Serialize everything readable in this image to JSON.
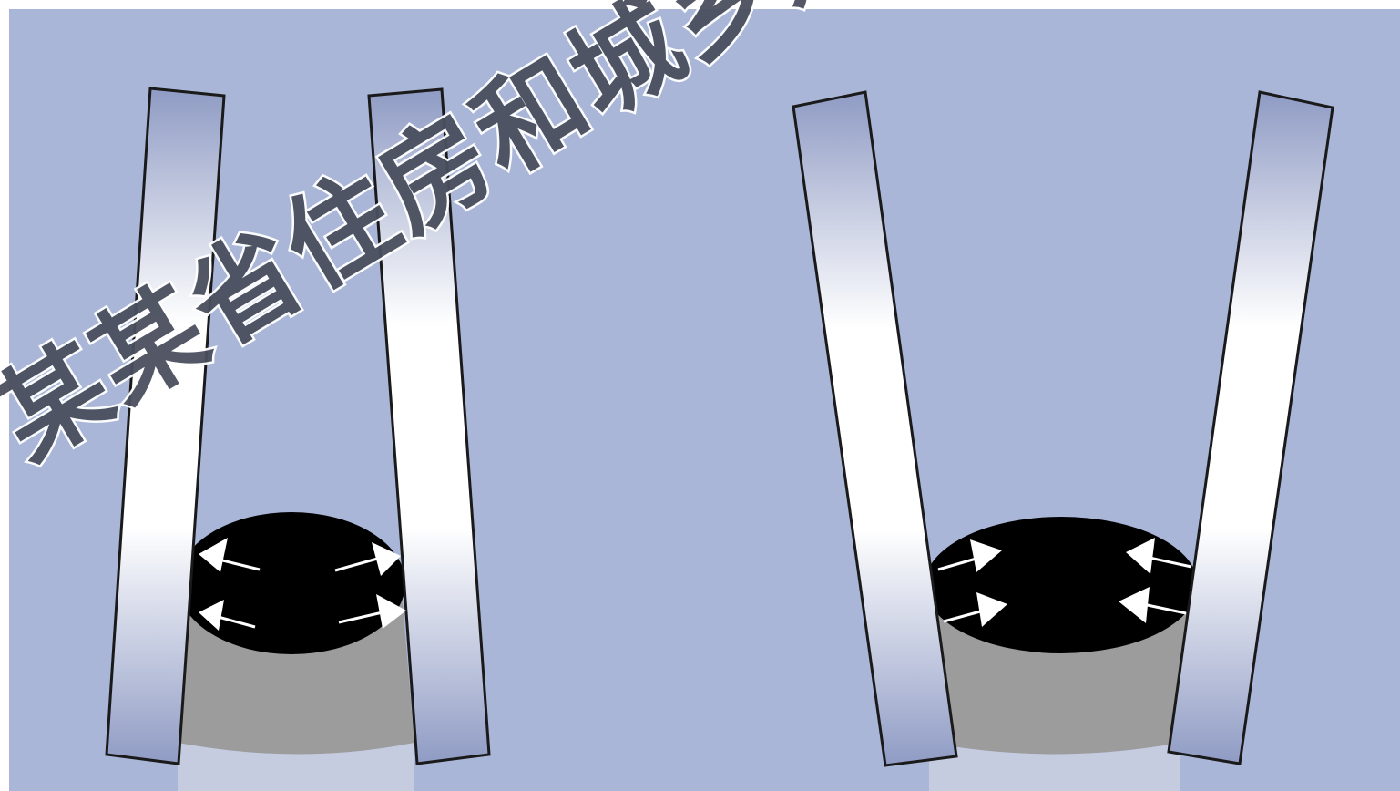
{
  "watermark": {
    "text": "某某省住房和城乡建设部科技与产业化"
  },
  "colors": {
    "background": "#a9b6d8",
    "page": "#ffffff",
    "tube_body": "#000000",
    "tube_wall": "#9c9c9c",
    "tube_base": "#c5cce0",
    "plate_edge": "#1a1a1a",
    "plate_light": "#ffffff",
    "plate_shade": "#8f9bc4",
    "arrow": "#ffffff",
    "watermark": "#4a4f5e"
  },
  "panels": [
    {
      "id": "left",
      "arrow_direction": "outward"
    },
    {
      "id": "right",
      "arrow_direction": "inward"
    }
  ]
}
